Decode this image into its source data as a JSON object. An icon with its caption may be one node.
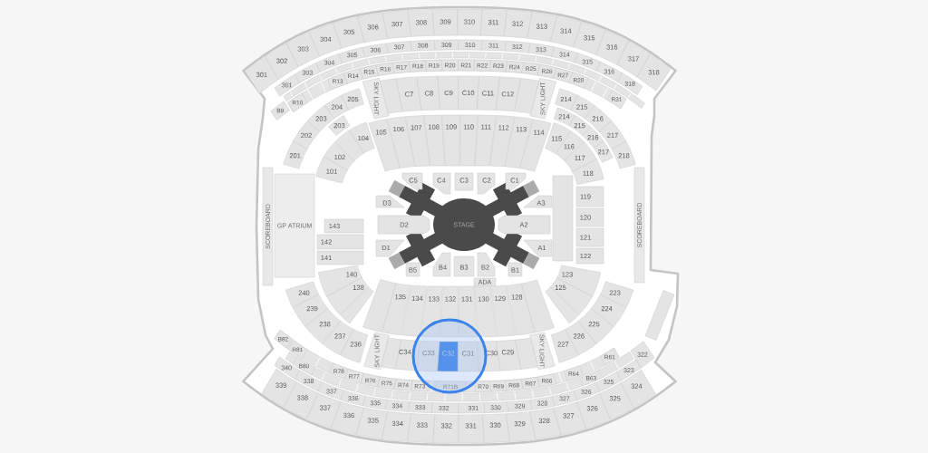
{
  "diagram": {
    "nodes": [
      {
        "text": [
          "301"
        ]
      },
      {
        "text": [
          "302"
        ]
      },
      {
        "text": [
          "303"
        ]
      },
      {
        "text": [
          "304"
        ]
      },
      {
        "text": [
          "305"
        ]
      },
      {
        "text": [
          "306"
        ]
      },
      {
        "text": [
          "307"
        ]
      },
      {
        "text": [
          "308"
        ]
      },
      {
        "text": [
          "309"
        ]
      },
      {
        "text": [
          "310"
        ]
      },
      {
        "text": [
          "311"
        ]
      },
      {
        "text": [
          "312"
        ]
      },
      {
        "text": [
          "313"
        ]
      },
      {
        "text": [
          "314"
        ]
      },
      {
        "text": [
          "315"
        ]
      },
      {
        "text": [
          "316"
        ]
      },
      {
        "text": [
          "317"
        ]
      },
      {
        "text": [
          "318"
        ]
      },
      {
        "text": [
          "301"
        ]
      },
      {
        "text": [
          "303"
        ]
      },
      {
        "text": [
          "304"
        ]
      },
      {
        "text": [
          "305"
        ]
      },
      {
        "text": [
          "306"
        ]
      },
      {
        "text": [
          "307"
        ]
      },
      {
        "text": [
          "308"
        ]
      },
      {
        "text": [
          "309"
        ]
      },
      {
        "text": [
          "310"
        ]
      },
      {
        "text": [
          "311"
        ]
      },
      {
        "text": [
          "312"
        ]
      },
      {
        "text": [
          "313"
        ]
      },
      {
        "text": [
          "314"
        ]
      },
      {
        "text": [
          "315"
        ]
      },
      {
        "text": [
          "316"
        ]
      },
      {
        "text": [
          "318"
        ]
      },
      {
        "text": [
          "B9"
        ]
      },
      {
        "text": [
          "R10"
        ]
      },
      {
        "text": [
          "R13"
        ]
      },
      {
        "text": [
          "R14"
        ]
      },
      {
        "text": [
          "R15"
        ]
      },
      {
        "text": [
          "R16"
        ]
      },
      {
        "text": [
          "R17"
        ]
      },
      {
        "text": [
          "R18"
        ]
      },
      {
        "text": [
          "R19"
        ]
      },
      {
        "text": [
          "R20"
        ]
      },
      {
        "text": [
          "R21"
        ]
      },
      {
        "text": [
          "R22"
        ]
      },
      {
        "text": [
          "R23"
        ]
      },
      {
        "text": [
          "R24"
        ]
      },
      {
        "text": [
          "R25"
        ]
      },
      {
        "text": [
          "R26"
        ]
      },
      {
        "text": [
          "R27"
        ]
      },
      {
        "text": [
          "R28"
        ]
      },
      {
        "text": [
          "R31"
        ]
      },
      {
        "text": [
          "205"
        ]
      },
      {
        "text": [
          "204"
        ]
      },
      {
        "text": [
          "203"
        ]
      },
      {
        "text": [
          "202"
        ]
      },
      {
        "text": [
          "201"
        ]
      },
      {
        "text": [
          "203"
        ]
      },
      {
        "text": [
          "SKY LIGHT"
        ]
      },
      {
        "text": [
          "C7"
        ]
      },
      {
        "text": [
          "C8"
        ]
      },
      {
        "text": [
          "C9"
        ]
      },
      {
        "text": [
          "C10"
        ]
      },
      {
        "text": [
          "C11"
        ]
      },
      {
        "text": [
          "C12"
        ]
      },
      {
        "text": [
          "SKY LIGHT"
        ]
      },
      {
        "text": [
          "214"
        ]
      },
      {
        "text": [
          "215"
        ]
      },
      {
        "text": [
          "216"
        ]
      },
      {
        "text": [
          "217"
        ]
      },
      {
        "text": [
          "218"
        ]
      },
      {
        "text": [
          "214"
        ]
      },
      {
        "text": [
          "215"
        ]
      },
      {
        "text": [
          "216"
        ]
      },
      {
        "text": [
          "217"
        ]
      },
      {
        "text": [
          "104"
        ]
      },
      {
        "text": [
          "102"
        ]
      },
      {
        "text": [
          "101"
        ]
      },
      {
        "text": [
          "105"
        ]
      },
      {
        "text": [
          "106"
        ]
      },
      {
        "text": [
          "107"
        ]
      },
      {
        "text": [
          "108"
        ]
      },
      {
        "text": [
          "109"
        ]
      },
      {
        "text": [
          "110"
        ]
      },
      {
        "text": [
          "111"
        ]
      },
      {
        "text": [
          "112"
        ]
      },
      {
        "text": [
          "113"
        ]
      },
      {
        "text": [
          "114"
        ]
      },
      {
        "text": [
          "115"
        ]
      },
      {
        "text": [
          "116"
        ]
      },
      {
        "text": [
          "117"
        ]
      },
      {
        "text": [
          "118"
        ]
      },
      {
        "text": [
          "SCOREBOARD"
        ]
      },
      {
        "text": [
          "GP ATRIUM"
        ]
      },
      {
        "text": [
          "143"
        ]
      },
      {
        "text": [
          "142"
        ]
      },
      {
        "text": [
          "141"
        ]
      },
      {
        "text": [
          "119"
        ]
      },
      {
        "text": [
          "120"
        ]
      },
      {
        "text": [
          "121"
        ]
      },
      {
        "text": [
          "122"
        ]
      },
      {
        "text": [
          "SCOREBOARD"
        ]
      },
      {
        "text": [
          "C5"
        ]
      },
      {
        "text": [
          "C4"
        ]
      },
      {
        "text": [
          "C3"
        ]
      },
      {
        "text": [
          "C2"
        ]
      },
      {
        "text": [
          "C1"
        ]
      },
      {
        "text": [
          "D3"
        ]
      },
      {
        "text": [
          "A3"
        ]
      },
      {
        "text": [
          "D2"
        ]
      },
      {
        "text": [
          "STAGE"
        ]
      },
      {
        "text": [
          "A2"
        ]
      },
      {
        "text": [
          "D1"
        ]
      },
      {
        "text": [
          "A1"
        ]
      },
      {
        "text": [
          "B5"
        ]
      },
      {
        "text": [
          "B4"
        ]
      },
      {
        "text": [
          "B3"
        ]
      },
      {
        "text": [
          "B2"
        ]
      },
      {
        "text": [
          "B1"
        ]
      },
      {
        "text": [
          "ADA"
        ]
      },
      {
        "text": [
          "140"
        ]
      },
      {
        "text": [
          "138"
        ]
      },
      {
        "text": [
          "135"
        ]
      },
      {
        "text": [
          "134"
        ]
      },
      {
        "text": [
          "133"
        ]
      },
      {
        "text": [
          "132"
        ]
      },
      {
        "text": [
          "131"
        ]
      },
      {
        "text": [
          "130"
        ]
      },
      {
        "text": [
          "129"
        ]
      },
      {
        "text": [
          "128"
        ]
      },
      {
        "text": [
          "125"
        ]
      },
      {
        "text": [
          "123"
        ]
      },
      {
        "text": [
          "240"
        ]
      },
      {
        "text": [
          "239"
        ]
      },
      {
        "text": [
          "238"
        ]
      },
      {
        "text": [
          "237"
        ]
      },
      {
        "text": [
          "236"
        ]
      },
      {
        "text": [
          "SKY LIGHT"
        ]
      },
      {
        "text": [
          "C34"
        ]
      },
      {
        "text": [
          "C33"
        ]
      },
      {
        "text": [
          "C32"
        ]
      },
      {
        "text": [
          "C31"
        ]
      },
      {
        "text": [
          "C30"
        ]
      },
      {
        "text": [
          "C29"
        ]
      },
      {
        "text": [
          "SKY LIGHT"
        ]
      },
      {
        "text": [
          "227"
        ]
      },
      {
        "text": [
          "226"
        ]
      },
      {
        "text": [
          "225"
        ]
      },
      {
        "text": [
          "224"
        ]
      },
      {
        "text": [
          "223"
        ]
      },
      {
        "text": [],
        "shape": "box"
      },
      {
        "text": [
          "B82"
        ]
      },
      {
        "text": [
          "R81"
        ]
      },
      {
        "text": [
          "R78"
        ]
      },
      {
        "text": [
          "R77"
        ]
      },
      {
        "text": [
          "R76"
        ]
      },
      {
        "text": [
          "R75"
        ]
      },
      {
        "text": [
          "R74"
        ]
      },
      {
        "text": [
          "R73"
        ]
      },
      {
        "text": [
          "R71B"
        ]
      },
      {
        "text": [
          "R70"
        ]
      },
      {
        "text": [
          "R69"
        ]
      },
      {
        "text": [
          "R68"
        ]
      },
      {
        "text": [
          "R67"
        ]
      },
      {
        "text": [
          "R66"
        ]
      },
      {
        "text": [
          "R64"
        ]
      },
      {
        "text": [
          "R61"
        ]
      },
      {
        "text": [
          "B80"
        ]
      },
      {
        "text": [
          "B63"
        ]
      },
      {
        "text": [
          "322"
        ]
      },
      {
        "text": [
          "340"
        ]
      },
      {
        "text": [
          "338"
        ]
      },
      {
        "text": [
          "337"
        ]
      },
      {
        "text": [
          "336"
        ]
      },
      {
        "text": [
          "335"
        ]
      },
      {
        "text": [
          "334"
        ]
      },
      {
        "text": [
          "333"
        ]
      },
      {
        "text": [
          "332"
        ]
      },
      {
        "text": [
          "331"
        ]
      },
      {
        "text": [
          "330"
        ]
      },
      {
        "text": [
          "329"
        ]
      },
      {
        "text": [
          "328"
        ]
      },
      {
        "text": [
          "327"
        ]
      },
      {
        "text": [
          "326"
        ]
      },
      {
        "text": [
          "325"
        ]
      },
      {
        "text": [
          "323"
        ]
      },
      {
        "text": [
          "339"
        ]
      },
      {
        "text": [
          "338"
        ]
      },
      {
        "text": [
          "337"
        ]
      },
      {
        "text": [
          "336"
        ]
      },
      {
        "text": [
          "335"
        ]
      },
      {
        "text": [
          "334"
        ]
      },
      {
        "text": [
          "333"
        ]
      },
      {
        "text": [
          "332"
        ]
      },
      {
        "text": [
          "331"
        ]
      },
      {
        "text": [
          "330"
        ]
      },
      {
        "text": [
          "329"
        ]
      },
      {
        "text": [
          "328"
        ]
      },
      {
        "text": [
          "327"
        ]
      },
      {
        "text": [
          "326"
        ]
      },
      {
        "text": [
          "325"
        ]
      },
      {
        "text": [
          "324"
        ]
      },
      {
        "text": [],
        "shape": "box"
      },
      {
        "text": [],
        "shape": "box"
      },
      {
        "text": [],
        "shape": "box"
      },
      {
        "text": [],
        "shape": "box"
      },
      {
        "text": [],
        "shape": "box"
      },
      {
        "text": [],
        "shape": "box"
      },
      {
        "text": [],
        "shape": "box"
      },
      {
        "text": [],
        "shape": "box"
      },
      {
        "text": [],
        "shape": "box"
      },
      {
        "text": [],
        "shape": "box"
      }
    ]
  }
}
